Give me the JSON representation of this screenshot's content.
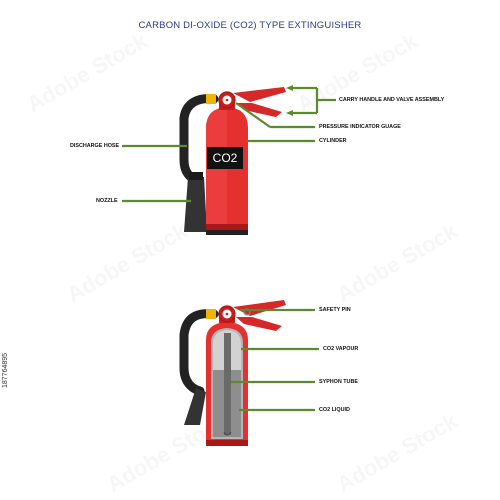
{
  "title": "CARBON DI-OXIDE (CO2) TYPE EXTINGUISHER",
  "top_extinguisher": {
    "body_text": "CO2",
    "labels": {
      "carry_handle": "CARRY HANDLE AND VALVE ASSEMBLY",
      "pressure_indicator": "PRESSURE INDICATOR GUAGE",
      "cylinder": "CYLINDER",
      "discharge_hose": "DISCHARGE HOSE",
      "nozzle": "NOZZLE"
    }
  },
  "bottom_extinguisher": {
    "labels": {
      "safety_pin": "SAFETY PIN",
      "co2_vapour": "CO2 VAPOUR",
      "syphon_tube": "SYPHON TUBE",
      "co2_liquid": "CO2 LIQUID"
    }
  },
  "stock_id": "187764895",
  "watermark": "Adobe Stock",
  "colors": {
    "title": "#2b3a8c",
    "red": "#e53030",
    "dark_red": "#a81818",
    "leader": "#5c8a2e",
    "valve": "#f2b400",
    "hose": "#222222"
  }
}
